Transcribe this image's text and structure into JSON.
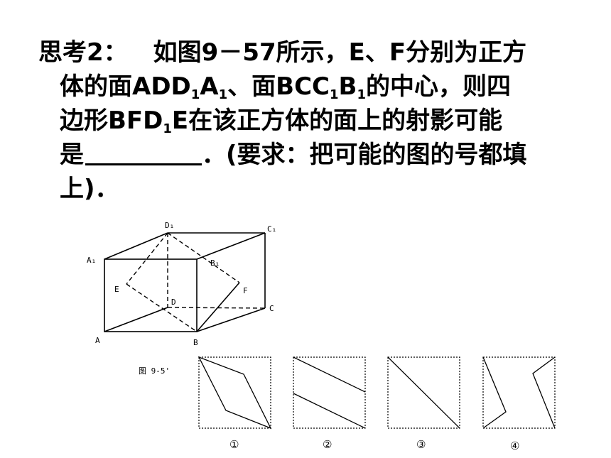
{
  "problem": {
    "label": "思考2：",
    "line1_text": "如图9－57所示，E、F分别为正方",
    "line2_a": "体的面ADD",
    "line2_sub1": "1",
    "line2_b": "A",
    "line2_sub2": "1",
    "line2_c": "、面BCC",
    "line2_sub3": "1",
    "line2_d": "B",
    "line2_sub4": "1",
    "line2_e": "的中心，则四",
    "line3_a": "边形BFD",
    "line3_sub": "1",
    "line3_b": "E在该正方体的面上的射影可能",
    "line4_a": "是",
    "line4_b": "．(要求：把可能的图的号都填",
    "line5": "上)．"
  },
  "figure": {
    "caption": "图 9-5'",
    "vertex_labels": {
      "D1": "D₁",
      "C1": "C₁",
      "A1": "A₁",
      "B1": "B₁",
      "E": "E",
      "F": "F",
      "D": "D",
      "C": "C",
      "A": "A",
      "B": "B"
    },
    "option_numbers": [
      "①",
      "②",
      "③",
      "④"
    ]
  }
}
